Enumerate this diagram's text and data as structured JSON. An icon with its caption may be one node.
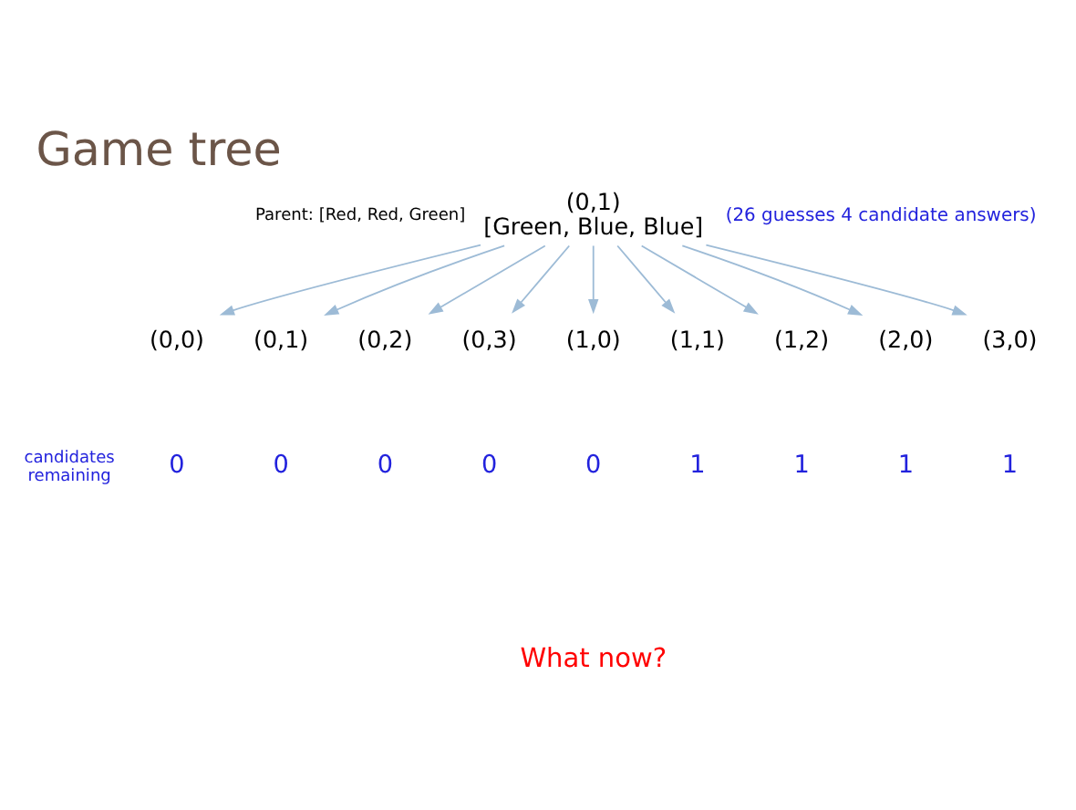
{
  "diagram": {
    "title": "Game tree",
    "nodes": [
      {
        "text": [
          "(0,1)",
          "[Green, Blue, Blue]"
        ],
        "beside": [
          "(26 guesses 4 candidate answers)"
        ]
      },
      {
        "text": [
          "(0,0)"
        ]
      },
      {
        "text": [
          "(0,1)"
        ]
      },
      {
        "text": [
          "(0,2)"
        ]
      },
      {
        "text": [
          "(0,3)"
        ]
      },
      {
        "text": [
          "(1,0)"
        ]
      },
      {
        "text": [
          "(1,1)"
        ]
      },
      {
        "text": [
          "(1,2)"
        ]
      },
      {
        "text": [
          "(2,0)"
        ]
      },
      {
        "text": [
          "(3,0)"
        ]
      }
    ],
    "edges": [
      {
        "from": 0,
        "to": 1,
        "arrow": "to"
      },
      {
        "from": 0,
        "to": 2,
        "arrow": "to"
      },
      {
        "from": 0,
        "to": 3,
        "arrow": "to"
      },
      {
        "from": 0,
        "to": 4,
        "arrow": "to"
      },
      {
        "from": 0,
        "to": 5,
        "arrow": "to"
      },
      {
        "from": 0,
        "to": 6,
        "arrow": "to"
      },
      {
        "from": 0,
        "to": 7,
        "arrow": "to"
      },
      {
        "from": 0,
        "to": 8,
        "arrow": "to"
      },
      {
        "from": 0,
        "to": 9,
        "arrow": "to"
      }
    ],
    "labels": [
      "Parent: [Red, Red, Green]",
      "candidates remaining",
      "0",
      "0",
      "0",
      "0",
      "0",
      "1",
      "1",
      "1",
      "1",
      "What now?"
    ]
  }
}
